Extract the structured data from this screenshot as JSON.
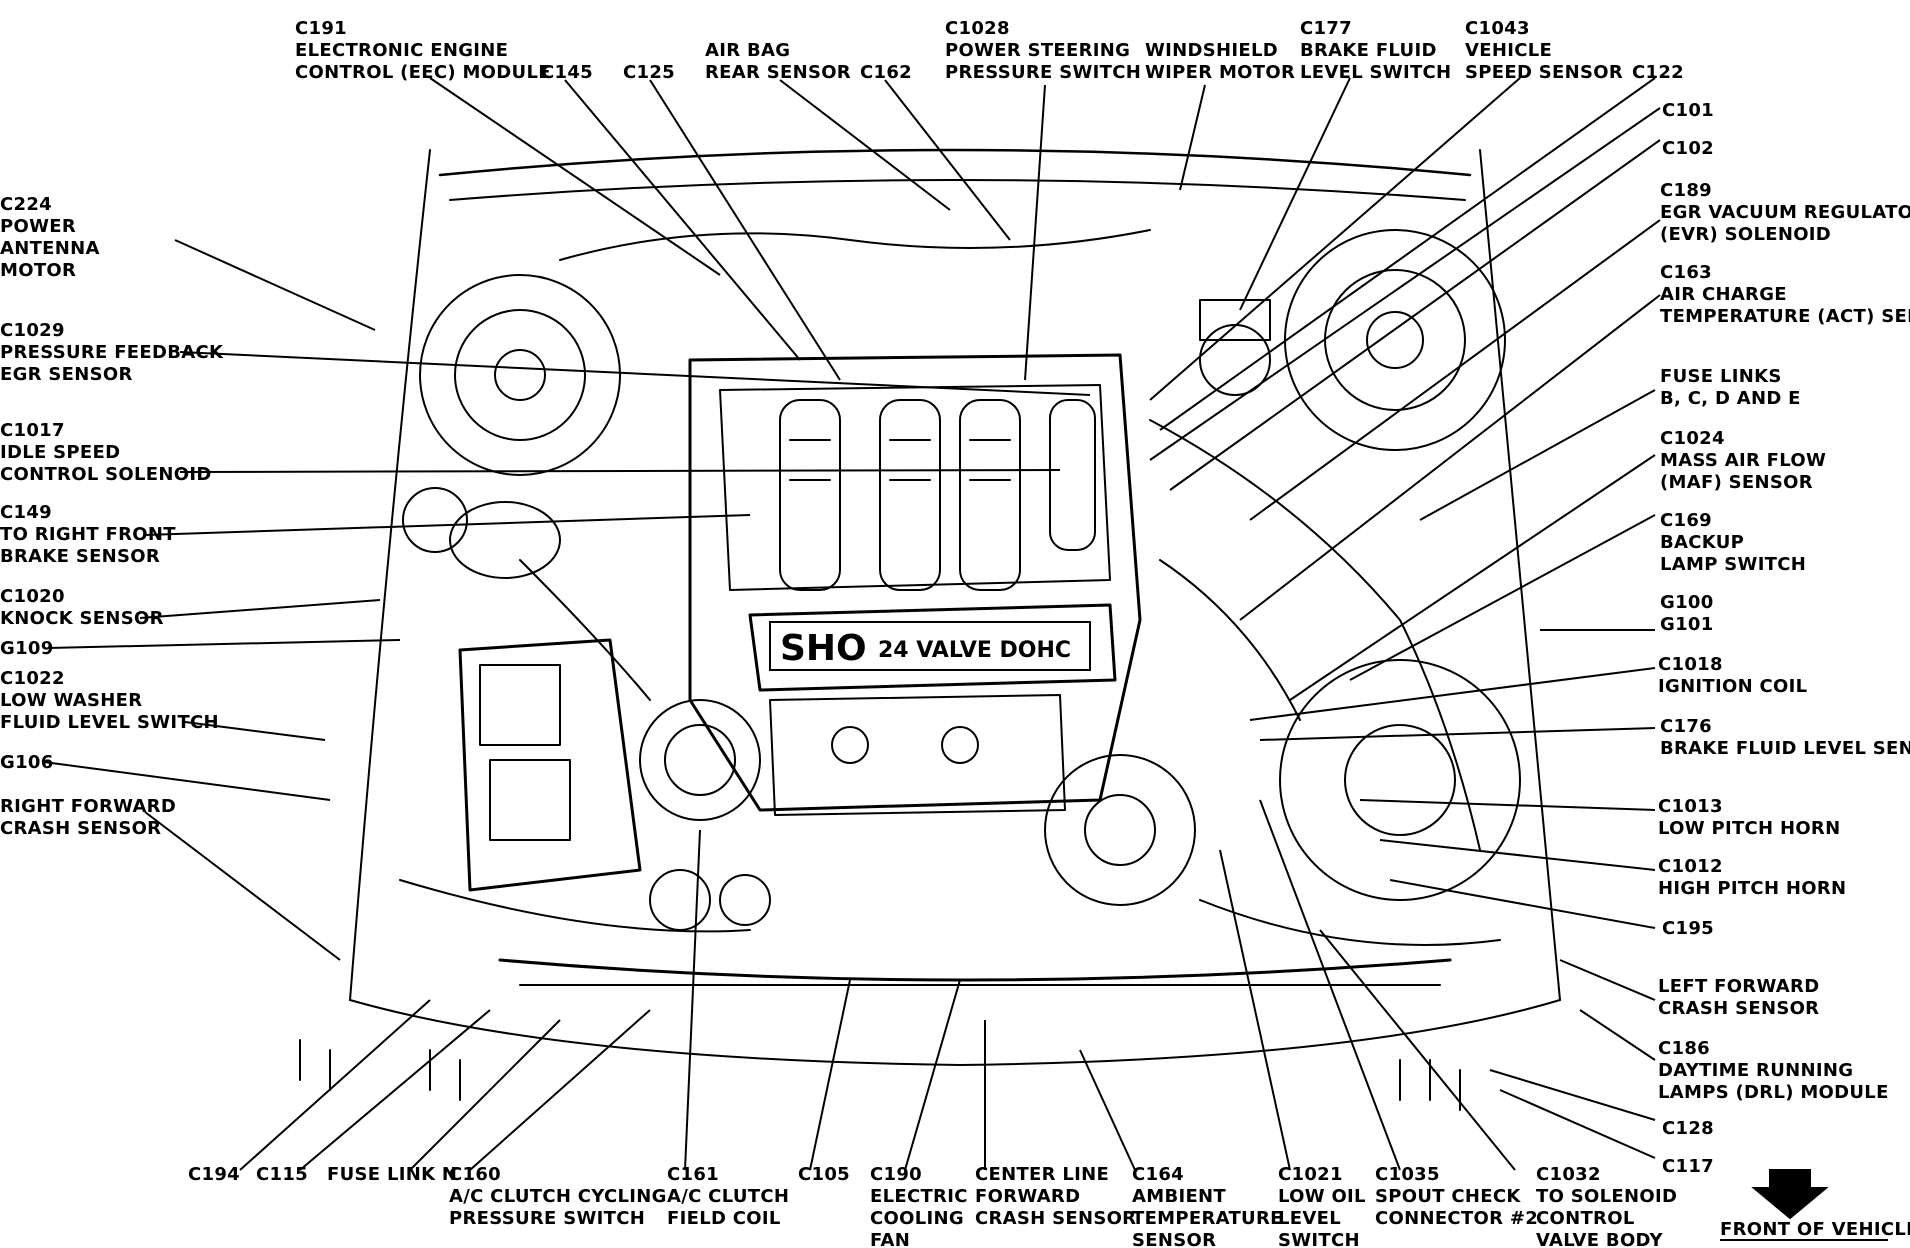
{
  "diagram": {
    "engine_badge": "SHO 24 VALVE DOHC",
    "engine_badge_sho": "SHO",
    "engine_badge_rest": "24 VALVE DOHC",
    "front_of_vehicle": "FRONT OF VEHICLE",
    "labels": {
      "c191": [
        "C191",
        "ELECTRONIC ENGINE",
        "CONTROL (EEC) MODULE"
      ],
      "c145": [
        "C145"
      ],
      "c125": [
        "C125"
      ],
      "airbag": [
        "AIR BAG",
        "REAR SENSOR"
      ],
      "c162": [
        "C162"
      ],
      "c1028": [
        "C1028",
        "POWER STEERING",
        "PRESSURE SWITCH"
      ],
      "wiper": [
        "WINDSHIELD",
        "WIPER MOTOR"
      ],
      "c177": [
        "C177",
        "BRAKE FLUID",
        "LEVEL SWITCH"
      ],
      "c1043": [
        "C1043",
        "VEHICLE",
        "SPEED SENSOR"
      ],
      "c122": [
        "C122"
      ],
      "c101": [
        "C101"
      ],
      "c102": [
        "C102"
      ],
      "c189": [
        "C189",
        "EGR VACUUM REGULATOR",
        "(EVR) SOLENOID"
      ],
      "c163": [
        "C163",
        "AIR CHARGE",
        "TEMPERATURE (ACT) SENSOR"
      ],
      "fuselinks": [
        "FUSE LINKS",
        "B, C, D AND E"
      ],
      "c1024": [
        "C1024",
        "MASS AIR FLOW",
        "(MAF) SENSOR"
      ],
      "c169": [
        "C169",
        "BACKUP",
        "LAMP SWITCH"
      ],
      "g100": [
        "G100",
        "G101"
      ],
      "c1018": [
        "C1018",
        "IGNITION COIL"
      ],
      "c176": [
        "C176",
        "BRAKE FLUID LEVEL SENSOR"
      ],
      "c1013": [
        "C1013",
        "LOW PITCH HORN"
      ],
      "c1012": [
        "C1012",
        "HIGH PITCH HORN"
      ],
      "c195": [
        "C195"
      ],
      "leftcrash": [
        "LEFT FORWARD",
        "CRASH SENSOR"
      ],
      "c186": [
        "C186",
        "DAYTIME RUNNING",
        "LAMPS (DRL) MODULE"
      ],
      "c128": [
        "C128"
      ],
      "c117": [
        "C117"
      ],
      "c224": [
        "C224",
        "POWER",
        "ANTENNA",
        "MOTOR"
      ],
      "c1029": [
        "C1029",
        "PRESSURE FEEDBACK",
        "EGR SENSOR"
      ],
      "c1017": [
        "C1017",
        "IDLE SPEED",
        "CONTROL SOLENOID"
      ],
      "c149": [
        "C149",
        "TO RIGHT FRONT",
        "BRAKE SENSOR"
      ],
      "c1020": [
        "C1020",
        "KNOCK SENSOR"
      ],
      "g109": [
        "G109"
      ],
      "c1022": [
        "C1022",
        "LOW WASHER",
        "FLUID LEVEL SWITCH"
      ],
      "g106": [
        "G106"
      ],
      "rightcrash": [
        "RIGHT FORWARD",
        "CRASH SENSOR"
      ],
      "c194": [
        "C194"
      ],
      "c115": [
        "C115"
      ],
      "fuselinkn": [
        "FUSE LINK N"
      ],
      "c160": [
        "C160",
        "A/C CLUTCH CYCLING",
        "PRESSURE SWITCH"
      ],
      "c161": [
        "C161",
        "A/C CLUTCH",
        "FIELD COIL"
      ],
      "c105": [
        "C105"
      ],
      "c190": [
        "C190",
        "ELECTRIC",
        "COOLING",
        "FAN"
      ],
      "centerline": [
        "CENTER LINE",
        "FORWARD",
        "CRASH SENSOR"
      ],
      "c164": [
        "C164",
        "AMBIENT",
        "TEMPERATURE",
        "SENSOR"
      ],
      "c1021": [
        "C1021",
        "LOW OIL",
        "LEVEL",
        "SWITCH"
      ],
      "c1035": [
        "C1035",
        "SPOUT CHECK",
        "CONNECTOR #2"
      ],
      "c1032": [
        "C1032",
        "TO SOLENOID",
        "CONTROL",
        "VALVE BODY"
      ]
    }
  }
}
